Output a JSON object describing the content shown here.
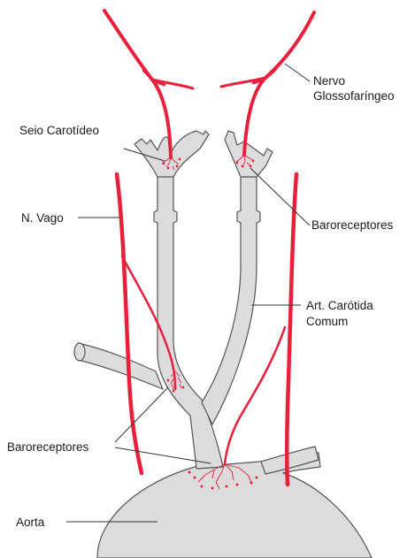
{
  "labels": {
    "nervo_line1": "Nervo",
    "nervo_line2": "Glossofaríngeo",
    "seio_carotideo": "Seio Carotídeo",
    "baroreceptores_upper": "Baroreceptores",
    "n_vago": "N. Vago",
    "art_carotida_line1": "Art. Carótida",
    "art_carotida_line2": "Comum",
    "baroreceptores_lower": "Baroreceptores",
    "aorta": "Aorta"
  },
  "colors": {
    "nerve": "#e8203c",
    "vessel_fill": "#dcdcdc",
    "vessel_outline": "#555555",
    "text": "#1a1a1a"
  }
}
